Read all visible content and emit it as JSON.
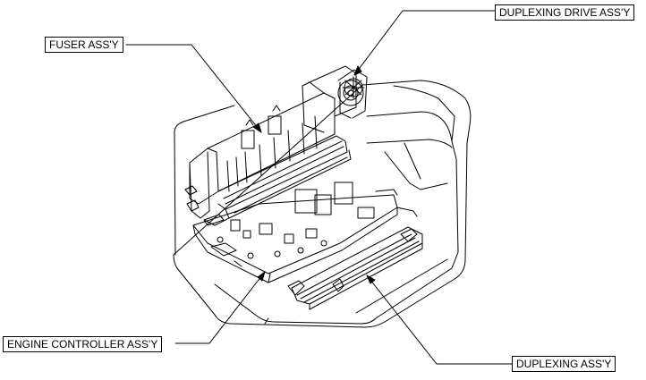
{
  "diagram": {
    "callouts": {
      "duplexing_drive": "DUPLEXING DRIVE ASS'Y",
      "fuser": "FUSER ASS'Y",
      "engine_controller": "ENGINE CONTROLLER ASS'Y",
      "duplexing": "DUPLEXING ASS'Y"
    },
    "line_color": "#000000",
    "background": "#ffffff"
  }
}
